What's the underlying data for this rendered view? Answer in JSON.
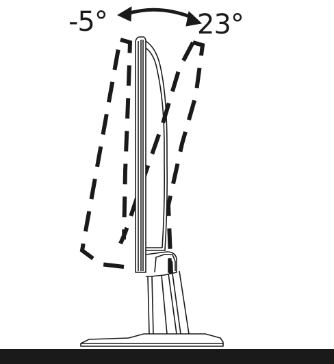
{
  "tilt": {
    "forward_label": "-5°",
    "backward_label": "23°",
    "forward_degrees": -5,
    "backward_degrees": 23
  },
  "colors": {
    "ink": "#1a1a1a",
    "base_floor": "#1a1a1a",
    "background": "#ffffff"
  },
  "icons": [
    "double-arrow-icon",
    "monitor-side-outline",
    "stand-outline",
    "base-outline"
  ]
}
